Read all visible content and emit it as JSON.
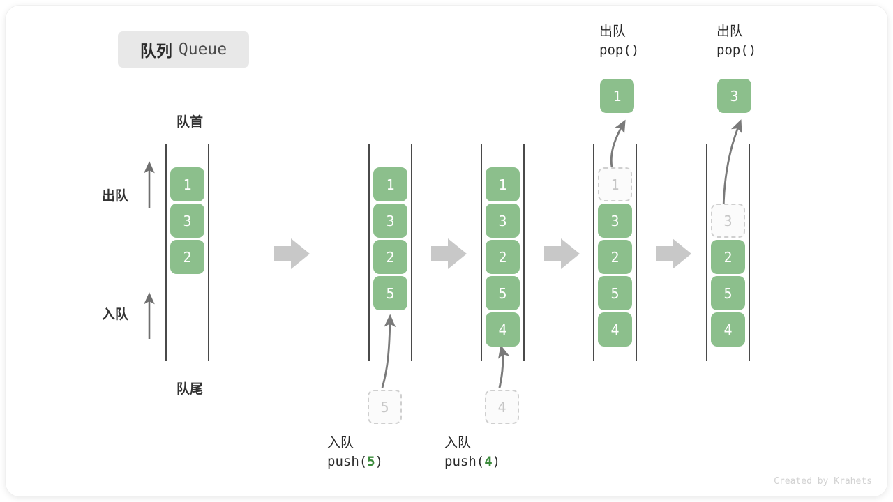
{
  "title": {
    "cn": "队列",
    "en": "Queue"
  },
  "labels": {
    "front": "队首",
    "rear": "队尾",
    "dequeue": "出队",
    "enqueue": "入队"
  },
  "watermark": "Created by Krahets",
  "colors": {
    "cell_fill": "#8cbf8c",
    "cell_text": "#ffffff",
    "ghost_border": "#cfcfcf",
    "ghost_text": "#c6c6c6",
    "rail": "#4a4a4a",
    "arrow": "#7a7a7a",
    "step_arrow": "#c8c8c8",
    "accent_number": "#3a8a3a",
    "badge_bg": "#e8e8e8"
  },
  "columns": [
    {
      "id": "col1",
      "cells": [
        "1",
        "3",
        "2"
      ],
      "ghost_index": -1
    },
    {
      "id": "col2",
      "cells": [
        "1",
        "3",
        "2",
        "5"
      ],
      "ghost_index": -1
    },
    {
      "id": "col3",
      "cells": [
        "1",
        "3",
        "2",
        "5",
        "4"
      ],
      "ghost_index": -1
    },
    {
      "id": "col4",
      "cells": [
        "1",
        "3",
        "2",
        "5",
        "4"
      ],
      "ghost_index": 0
    },
    {
      "id": "col5",
      "cells": [
        "3",
        "2",
        "5",
        "4"
      ],
      "ghost_index": 0
    }
  ],
  "operations": {
    "push1": {
      "cn": "入队",
      "fn": "push(",
      "num": "5",
      "fn_end": ")",
      "chip": "5"
    },
    "push2": {
      "cn": "入队",
      "fn": "push(",
      "num": "4",
      "fn_end": ")",
      "chip": "4"
    },
    "pop1": {
      "cn": "出队",
      "fn": "pop()",
      "chip": "1"
    },
    "pop2": {
      "cn": "出队",
      "fn": "pop()",
      "chip": "3"
    }
  }
}
